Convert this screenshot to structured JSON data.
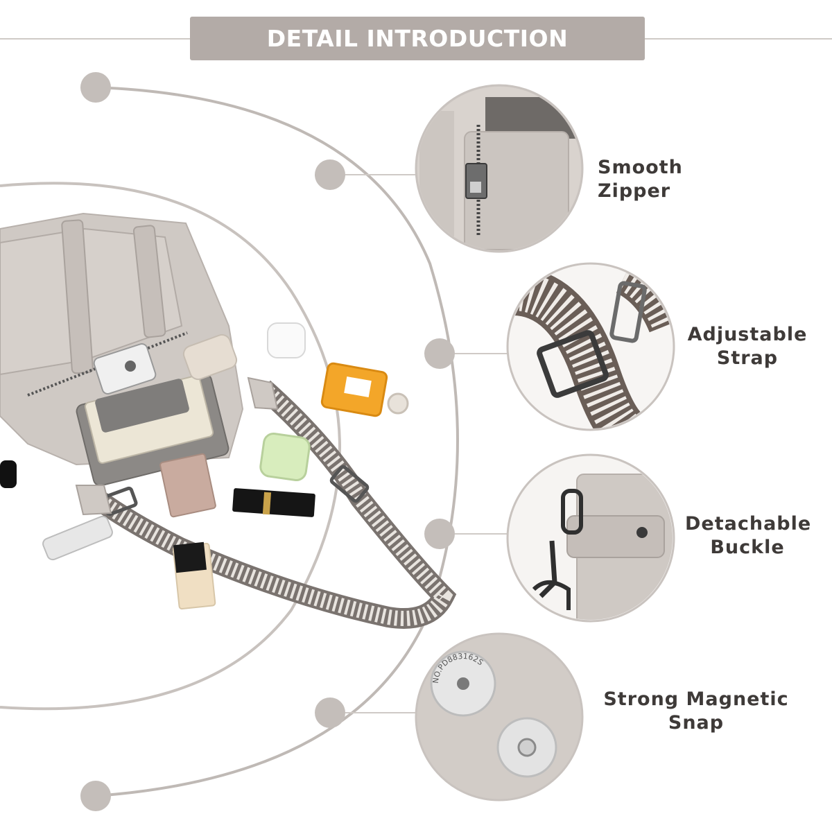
{
  "banner": {
    "title": "DETAIL INTRODUCTION"
  },
  "features": [
    {
      "label_line1": "Smooth Zipper",
      "label_line2": ""
    },
    {
      "label_line1": "Adjustable",
      "label_line2": "Strap"
    },
    {
      "label_line1": "Detachable",
      "label_line2": "Buckle"
    },
    {
      "label_line1": "Strong Magnetic",
      "label_line2": "Snap"
    }
  ],
  "snap_engraving": "NO.PD883162S",
  "colors": {
    "banner_bg": "#b3aba7",
    "guide_line": "#bfb9b5",
    "node_dot": "#c4beba",
    "leather": "#cfc9c4",
    "text": "#3e3a38"
  }
}
